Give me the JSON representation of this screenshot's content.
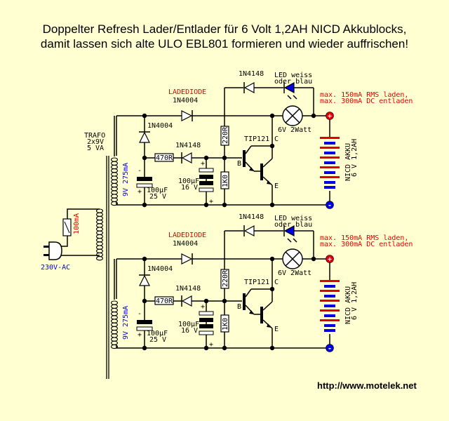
{
  "header": {
    "line1": "Doppelter Refresh Lader/Entlader für 6 Volt 1,2AH NICD Akkublocks,",
    "line2": "damit lassen sich alte ULO EBL801 formieren und wieder auffrischen!"
  },
  "footer": {
    "url": "http://www.motelek.net"
  },
  "colors": {
    "background": "#FFFFD2",
    "red_label": "#E00000",
    "blue_label": "#0000E0",
    "led": "#0000E0"
  },
  "transformer": {
    "line1": "TRAFO",
    "line2": "2x9V",
    "line3": "5 VA",
    "secondary_label": "9V 275mA"
  },
  "mains": {
    "label": "230V-AC",
    "fuse_label": "100mA"
  },
  "circuits": [
    {
      "charge_diode_note": "LADEDIODE",
      "charge_diode": "1N4004",
      "rectifier_diode": "1N4004",
      "signal_diode_1": "1N4148",
      "signal_diode_2": "1N4148",
      "resistor_1": "470R",
      "resistor_2": "220R",
      "resistor_3": "1K0",
      "cap_1_value": "100µF",
      "cap_1_voltage": "25 V",
      "cap_2_value": "100µF",
      "cap_2_voltage": "16 V",
      "transistor": "TIP121",
      "pin_b": "B",
      "pin_c": "C",
      "pin_e": "E",
      "led_line1": "LED weiss",
      "led_line2": "oder blau",
      "lamp": "6V 2Watt",
      "note_line1": "max. 150mA RMS laden,",
      "note_line2": "max. 300mA DC entladen",
      "battery_line1": "NICD AKKU",
      "battery_line2": "6 V 1,2AH"
    },
    {
      "charge_diode_note": "LADEDIODE",
      "charge_diode": "1N4004",
      "rectifier_diode": "1N4004",
      "signal_diode_1": "1N4148",
      "signal_diode_2": "1N4148",
      "resistor_1": "470R",
      "resistor_2": "220R",
      "resistor_3": "1K0",
      "cap_1_value": "100µF",
      "cap_1_voltage": "25 V",
      "cap_2_value": "100µF",
      "cap_2_voltage": "16 V",
      "transistor": "TIP121",
      "pin_b": "B",
      "pin_c": "C",
      "pin_e": "E",
      "led_line1": "LED weiss",
      "led_line2": "oder blau",
      "lamp": "6V 2Watt",
      "note_line1": "max. 150mA RMS laden,",
      "note_line2": "max. 300mA DC entladen",
      "battery_line1": "NICD AKKU",
      "battery_line2": "6 V 1,2AH"
    }
  ]
}
